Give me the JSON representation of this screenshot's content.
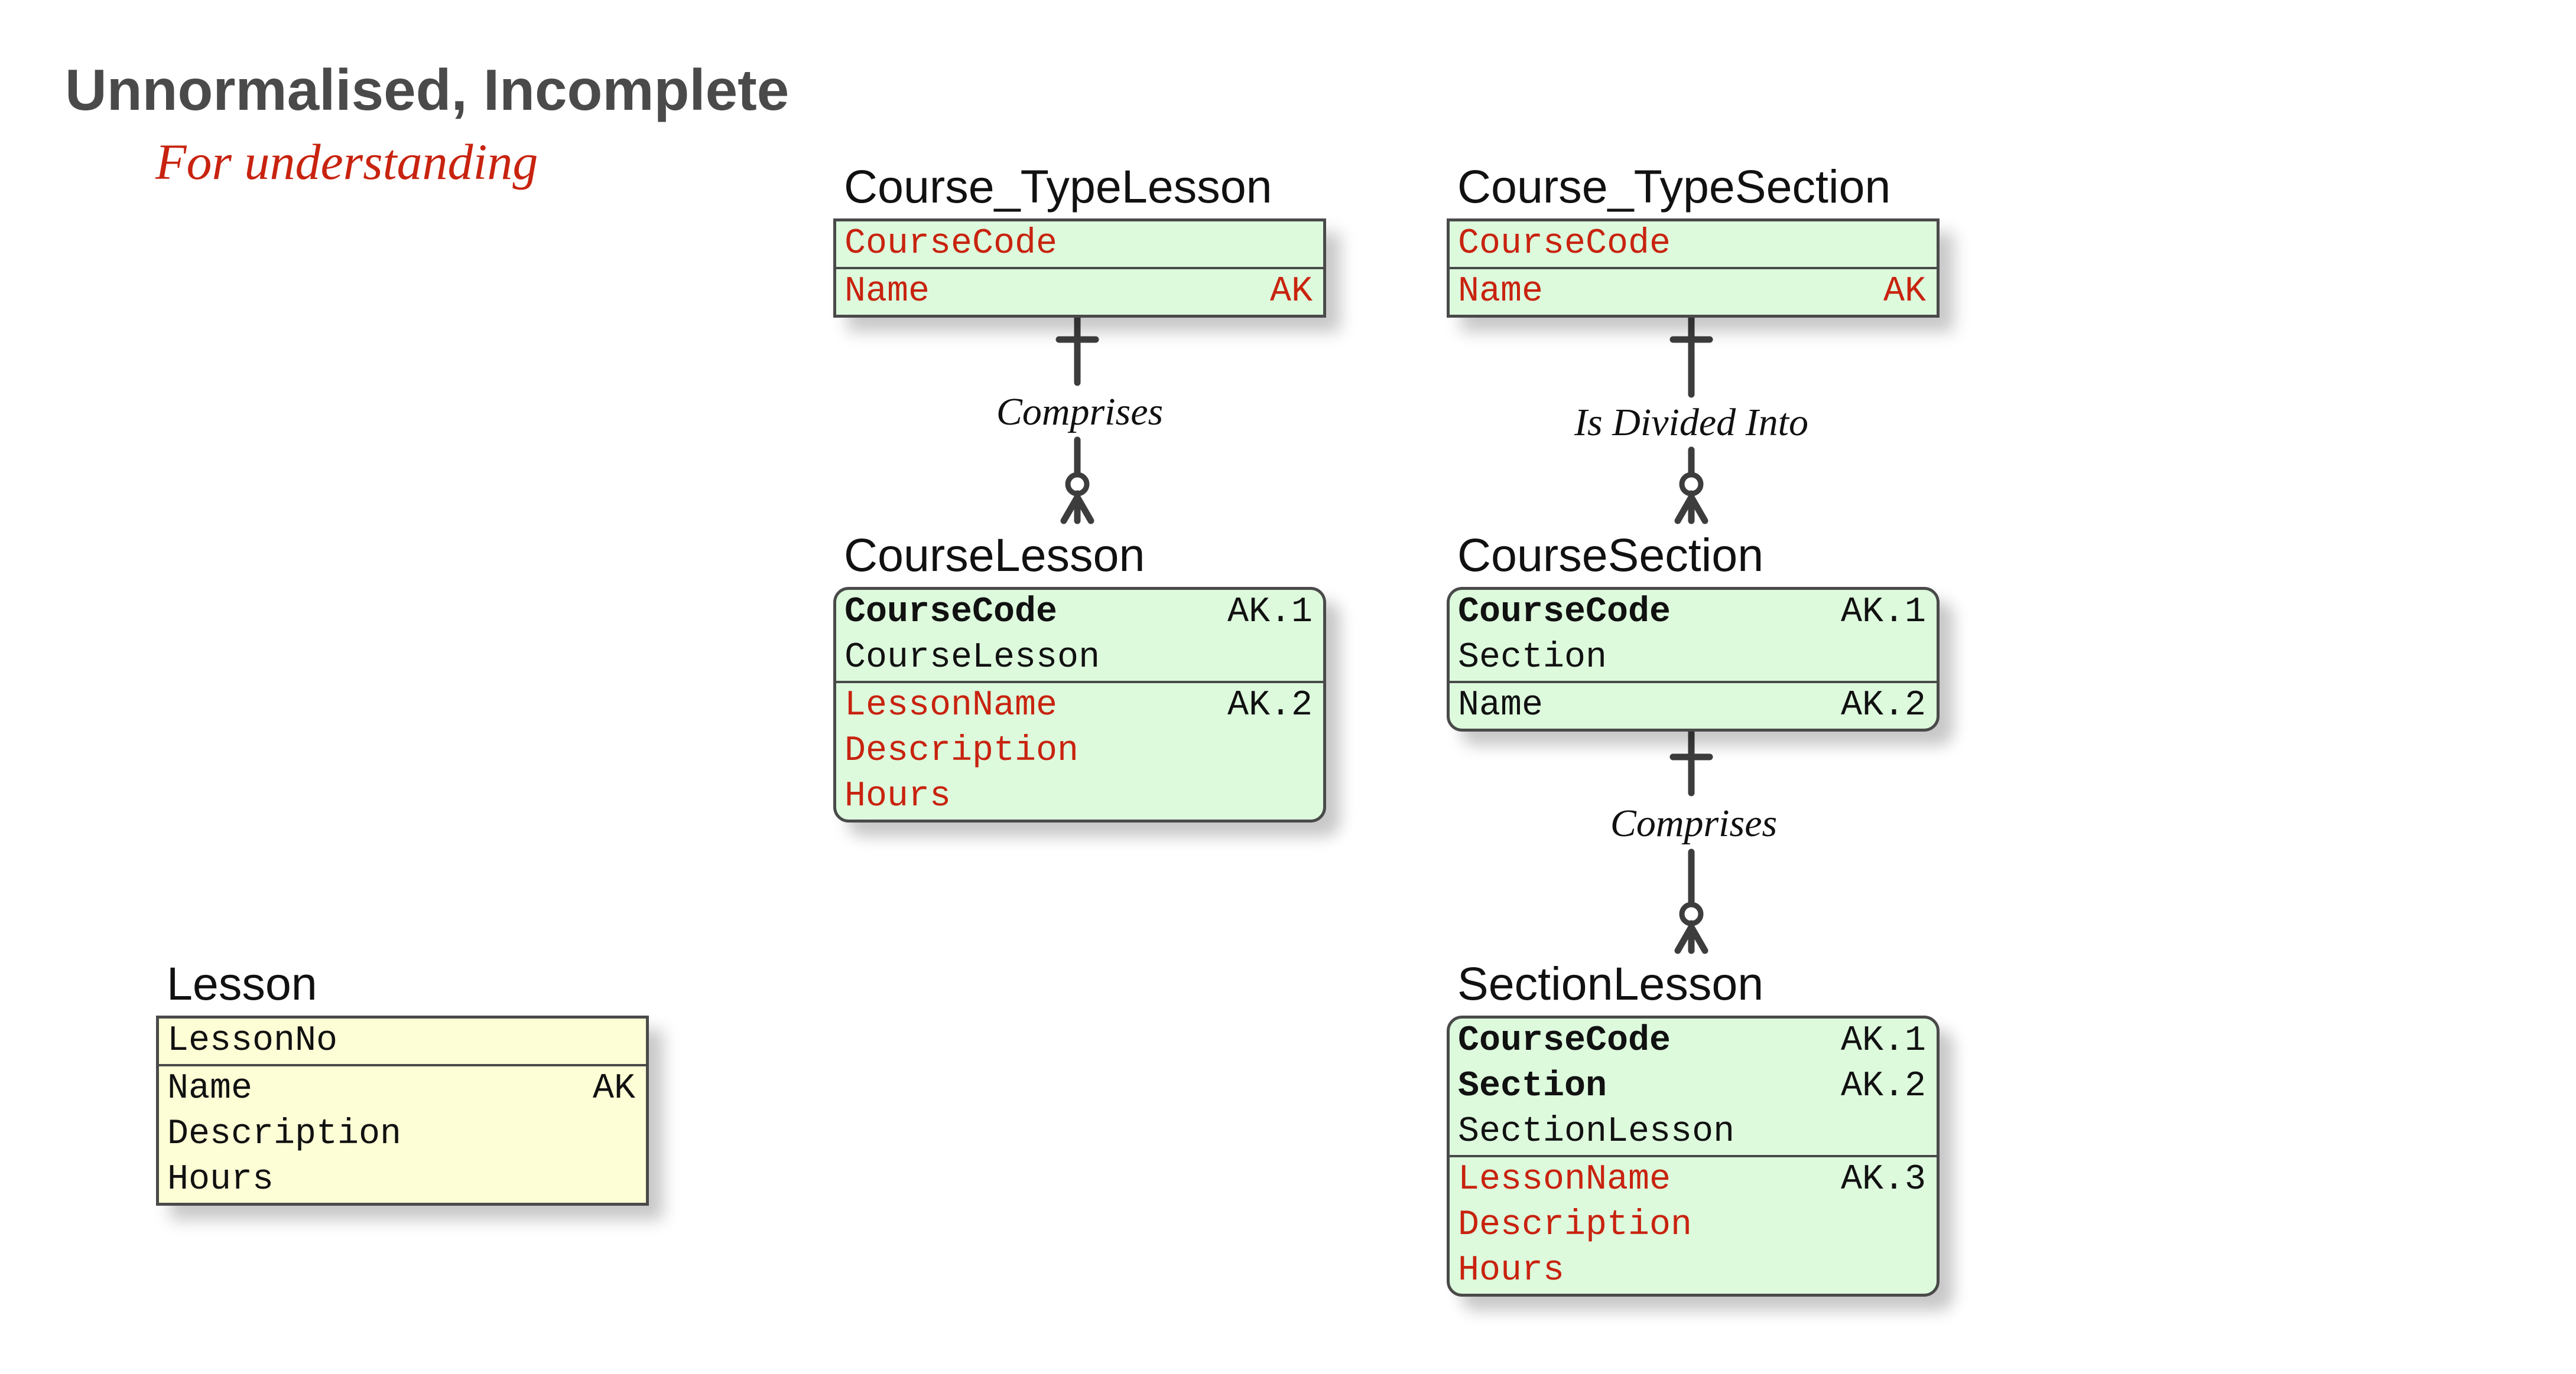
{
  "title": "Unnormalised, Incomplete",
  "subtitle": "For understanding",
  "entities": {
    "course_type_lesson": {
      "name": "Course_TypeLesson",
      "rows": [
        {
          "field": "CourseCode",
          "key": ""
        },
        {
          "field": "Name",
          "key": "AK"
        }
      ]
    },
    "course_type_section": {
      "name": "Course_TypeSection",
      "rows": [
        {
          "field": "CourseCode",
          "key": ""
        },
        {
          "field": "Name",
          "key": "AK"
        }
      ]
    },
    "course_lesson": {
      "name": "CourseLesson",
      "rows": [
        {
          "field": "CourseCode",
          "key": "AK.1"
        },
        {
          "field": "CourseLesson",
          "key": ""
        },
        {
          "field": "LessonName",
          "key": "AK.2"
        },
        {
          "field": "Description",
          "key": ""
        },
        {
          "field": "Hours",
          "key": ""
        }
      ]
    },
    "course_section": {
      "name": "CourseSection",
      "rows": [
        {
          "field": "CourseCode",
          "key": "AK.1"
        },
        {
          "field": "Section",
          "key": ""
        },
        {
          "field": "Name",
          "key": "AK.2"
        }
      ]
    },
    "section_lesson": {
      "name": "SectionLesson",
      "rows": [
        {
          "field": "CourseCode",
          "key": "AK.1"
        },
        {
          "field": "Section",
          "key": "AK.2"
        },
        {
          "field": "SectionLesson",
          "key": ""
        },
        {
          "field": "LessonName",
          "key": "AK.3"
        },
        {
          "field": "Description",
          "key": ""
        },
        {
          "field": "Hours",
          "key": ""
        }
      ]
    },
    "lesson": {
      "name": "Lesson",
      "rows": [
        {
          "field": "LessonNo",
          "key": ""
        },
        {
          "field": "Name",
          "key": "AK"
        },
        {
          "field": "Description",
          "key": ""
        },
        {
          "field": "Hours",
          "key": ""
        }
      ]
    }
  },
  "relationships": [
    {
      "label": "Comprises",
      "from": "Course_TypeLesson",
      "to": "CourseLesson",
      "cardinality": "one-to-zero-or-many"
    },
    {
      "label": "Is Divided Into",
      "from": "Course_TypeSection",
      "to": "CourseSection",
      "cardinality": "one-to-zero-or-many"
    },
    {
      "label": "Comprises",
      "from": "CourseSection",
      "to": "SectionLesson",
      "cardinality": "one-to-zero-or-many"
    }
  ],
  "colors": {
    "title": "#4a4a4a",
    "subtitle": "#c8230f",
    "foreign_key_text": "#c8230f",
    "entity_fill_green": "#ddfadd",
    "entity_fill_yellow": "#fdfdd6",
    "border": "#4a4a4a"
  }
}
